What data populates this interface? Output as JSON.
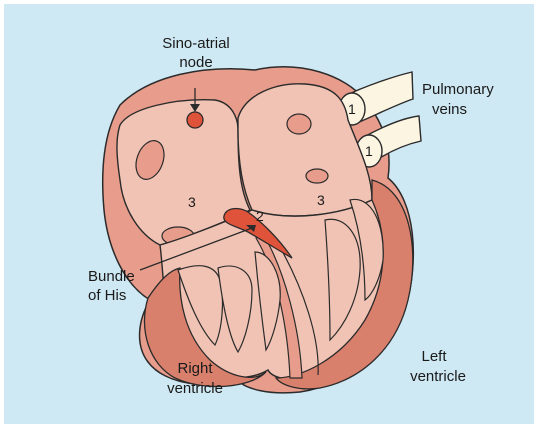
{
  "labels": {
    "sa_node_line1": "Sino-atrial",
    "sa_node_line2": "node",
    "pulmonary_line1": "Pulmonary",
    "pulmonary_line2": "veins",
    "bundle_line1": "Bundle",
    "bundle_line2": "of His",
    "right_vent_line1": "Right",
    "right_vent_line2": "ventricle",
    "left_vent_line1": "Left",
    "left_vent_line2": "ventricle"
  },
  "markers": {
    "vein_upper": "1",
    "vein_lower": "1",
    "bundle_number": "2",
    "right_atrium_number": "3",
    "left_atrium_number": "3"
  },
  "colors": {
    "background": "#cfe9f4",
    "outer_wall": "#e89d8c",
    "chamber_fill": "#f1c3b4",
    "dark_muscle": "#d9806d",
    "node_red": "#e0533b",
    "vein_fill": "#fbf5e2",
    "outline": "#2b2b2b"
  }
}
